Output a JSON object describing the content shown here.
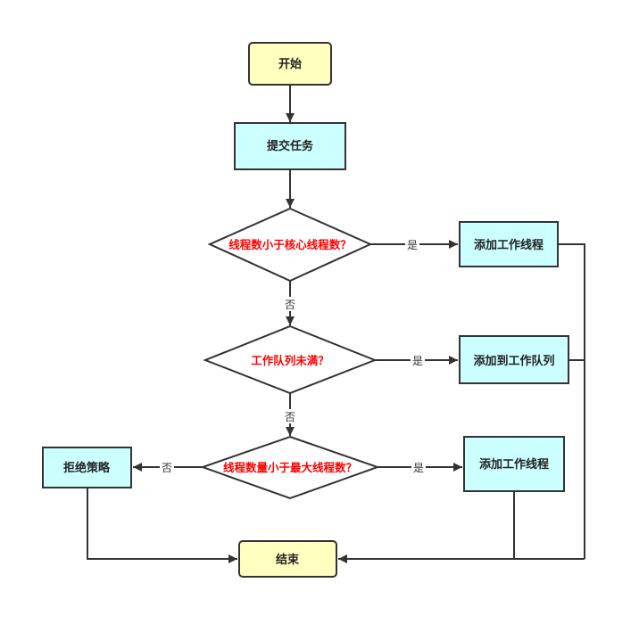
{
  "colors": {
    "terminal_fill": "#ffffc0",
    "process_fill": "#ccffff",
    "line": "#333333",
    "condition_text": "#ff0000"
  },
  "nodes": {
    "start": "开始",
    "submit_task": "提交任务",
    "cond_core_threads": "线程数小于核心线程数？",
    "add_worker_1": "添加工作线程",
    "cond_queue": "工作队列未满？",
    "add_to_queue": "添加到工作队列",
    "cond_max_threads": "线程数量小于最大线程数？",
    "add_worker_2": "添加工作线程",
    "reject_policy": "拒绝策略",
    "end": "结束"
  },
  "edge_labels": {
    "yes_1": "是",
    "no_1": "否",
    "yes_2": "是",
    "no_2": "否",
    "yes_3": "是",
    "no_3": "否"
  }
}
